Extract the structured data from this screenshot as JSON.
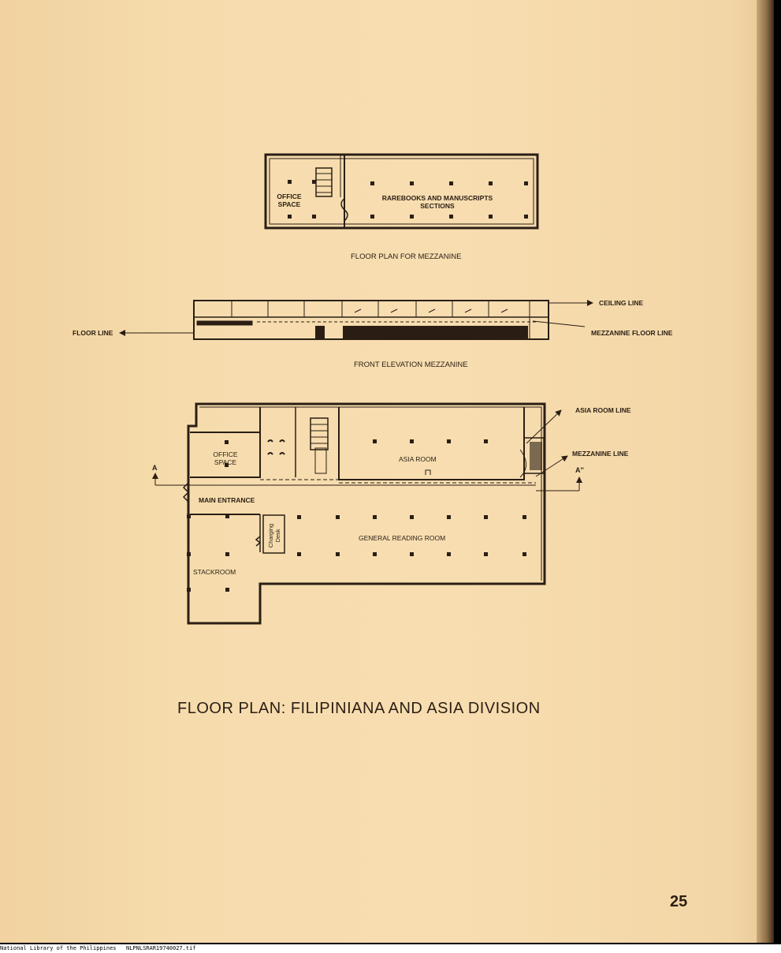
{
  "mezzanine": {
    "office_space": [
      "OFFICE",
      "SPACE"
    ],
    "rarebooks": [
      "RAREBOOKS AND MANUSCRIPTS",
      "SECTIONS"
    ],
    "caption": "FLOOR PLAN FOR MEZZANINE"
  },
  "elevation": {
    "ceiling_line": "CEILING LINE",
    "floor_line": "FLOOR LINE",
    "mezzanine_floor_line": "MEZZANINE FLOOR LINE",
    "caption": "FRONT ELEVATION MEZZANINE"
  },
  "ground_floor": {
    "asia_room_line": "ASIA ROOM LINE",
    "mezzanine_line": "MEZZANINE LINE",
    "office_space": [
      "OFFICE",
      "SPACE"
    ],
    "asia_room": "ASIA ROOM",
    "main_entrance": "MAIN ENTRANCE",
    "charging_desk": [
      "Charging",
      "Desk"
    ],
    "general_reading_room": "GENERAL READING ROOM",
    "stackroom": "STACKROOM",
    "section_marker_left": "A",
    "section_marker_right": "A''"
  },
  "title": "FLOOR PLAN: FILIPINIANA  AND ASIA DIVISION",
  "page_number": "25",
  "footer": {
    "source": "National Library of the Philippines",
    "file": "NLPNLSRAR19740027.tif"
  }
}
